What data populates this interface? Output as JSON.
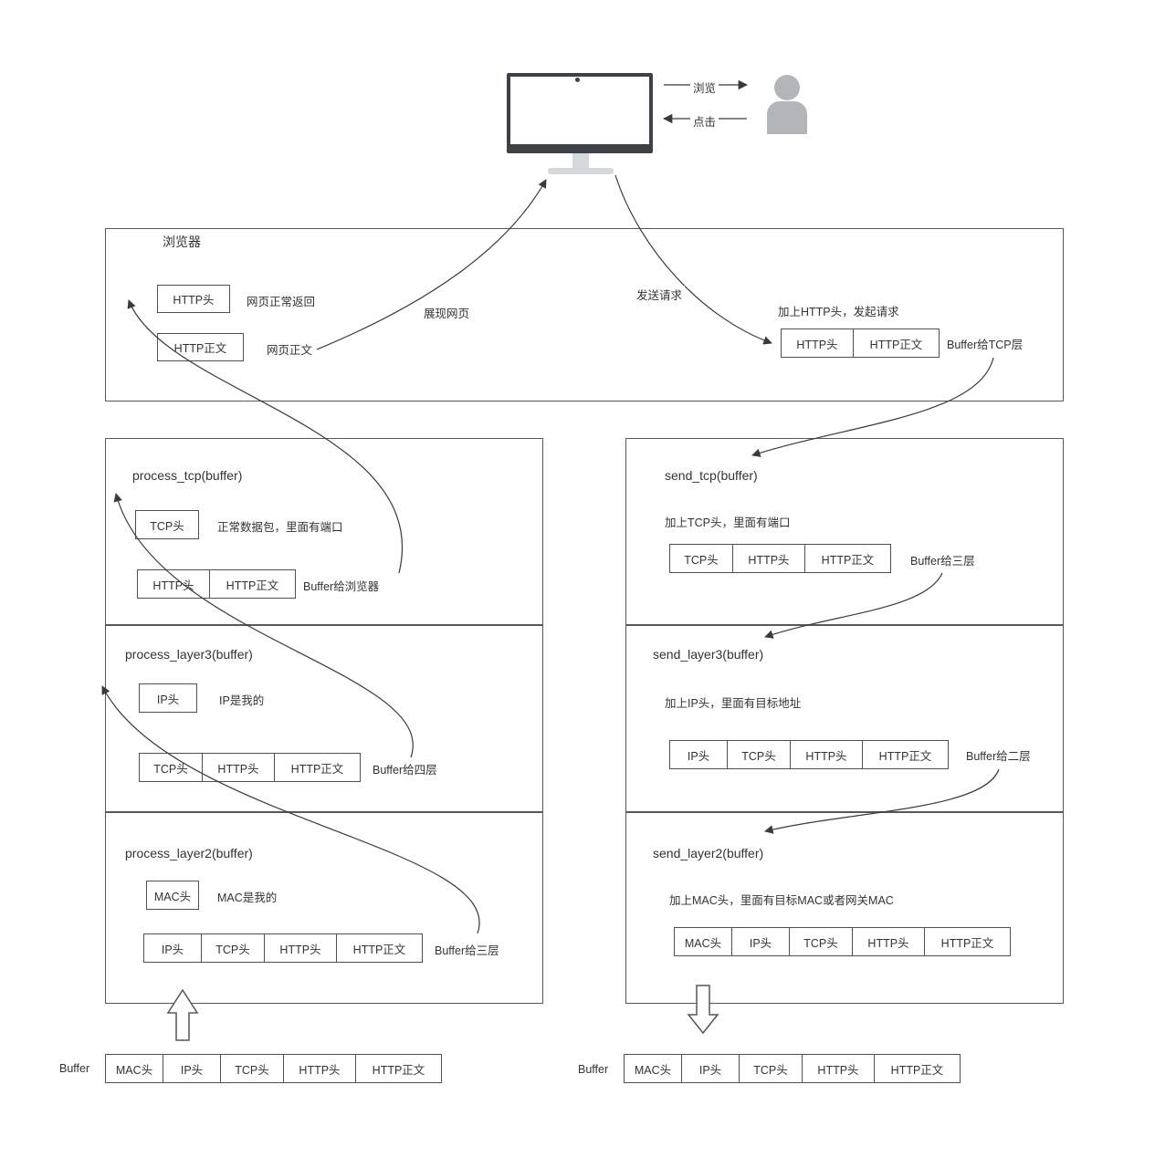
{
  "flows": {
    "browse": "浏览",
    "click": "点击",
    "render": "展现网页",
    "send": "发送请求"
  },
  "browser": {
    "title": "浏览器",
    "http_head": "HTTP头",
    "http_head_note": "网页正常返回",
    "http_body": "HTTP正文",
    "http_body_note": "网页正文",
    "request_note": "加上HTTP头，发起请求",
    "request_cells": [
      "HTTP头",
      "HTTP正文"
    ],
    "request_out": "Buffer给TCP层"
  },
  "process": {
    "tcp": {
      "title": "process_tcp(buffer)",
      "head": "TCP头",
      "head_note": "正常数据包，里面有端口",
      "cells": [
        "HTTP头",
        "HTTP正文"
      ],
      "out": "Buffer给浏览器"
    },
    "layer3": {
      "title": "process_layer3(buffer)",
      "head": "IP头",
      "head_note": "IP是我的",
      "cells": [
        "TCP头",
        "HTTP头",
        "HTTP正文"
      ],
      "out": "Buffer给四层"
    },
    "layer2": {
      "title": "process_layer2(buffer)",
      "head": "MAC头",
      "head_note": "MAC是我的",
      "cells": [
        "IP头",
        "TCP头",
        "HTTP头",
        "HTTP正文"
      ],
      "out": "Buffer给三层"
    }
  },
  "send": {
    "tcp": {
      "title": "send_tcp(buffer)",
      "note": "加上TCP头，里面有端口",
      "cells": [
        "TCP头",
        "HTTP头",
        "HTTP正文"
      ],
      "out": "Buffer给三层"
    },
    "layer3": {
      "title": "send_layer3(buffer)",
      "note": "加上IP头，里面有目标地址",
      "cells": [
        "IP头",
        "TCP头",
        "HTTP头",
        "HTTP正文"
      ],
      "out": "Buffer给二层"
    },
    "layer2": {
      "title": "send_layer2(buffer)",
      "note": "加上MAC头，里面有目标MAC或者网关MAC",
      "cells": [
        "MAC头",
        "IP头",
        "TCP头",
        "HTTP头",
        "HTTP正文"
      ]
    }
  },
  "buffers": {
    "left": {
      "label": "Buffer",
      "cells": [
        "MAC头",
        "IP头",
        "TCP头",
        "HTTP头",
        "HTTP正文"
      ]
    },
    "right": {
      "label": "Buffer",
      "cells": [
        "MAC头",
        "IP头",
        "TCP头",
        "HTTP头",
        "HTTP正文"
      ]
    }
  },
  "colors": {
    "line": "#3a3a3a",
    "box_border": "#4f5054",
    "panel_border": "#57585c",
    "monitor": "#3d4248",
    "person": "#b2b6b8"
  }
}
